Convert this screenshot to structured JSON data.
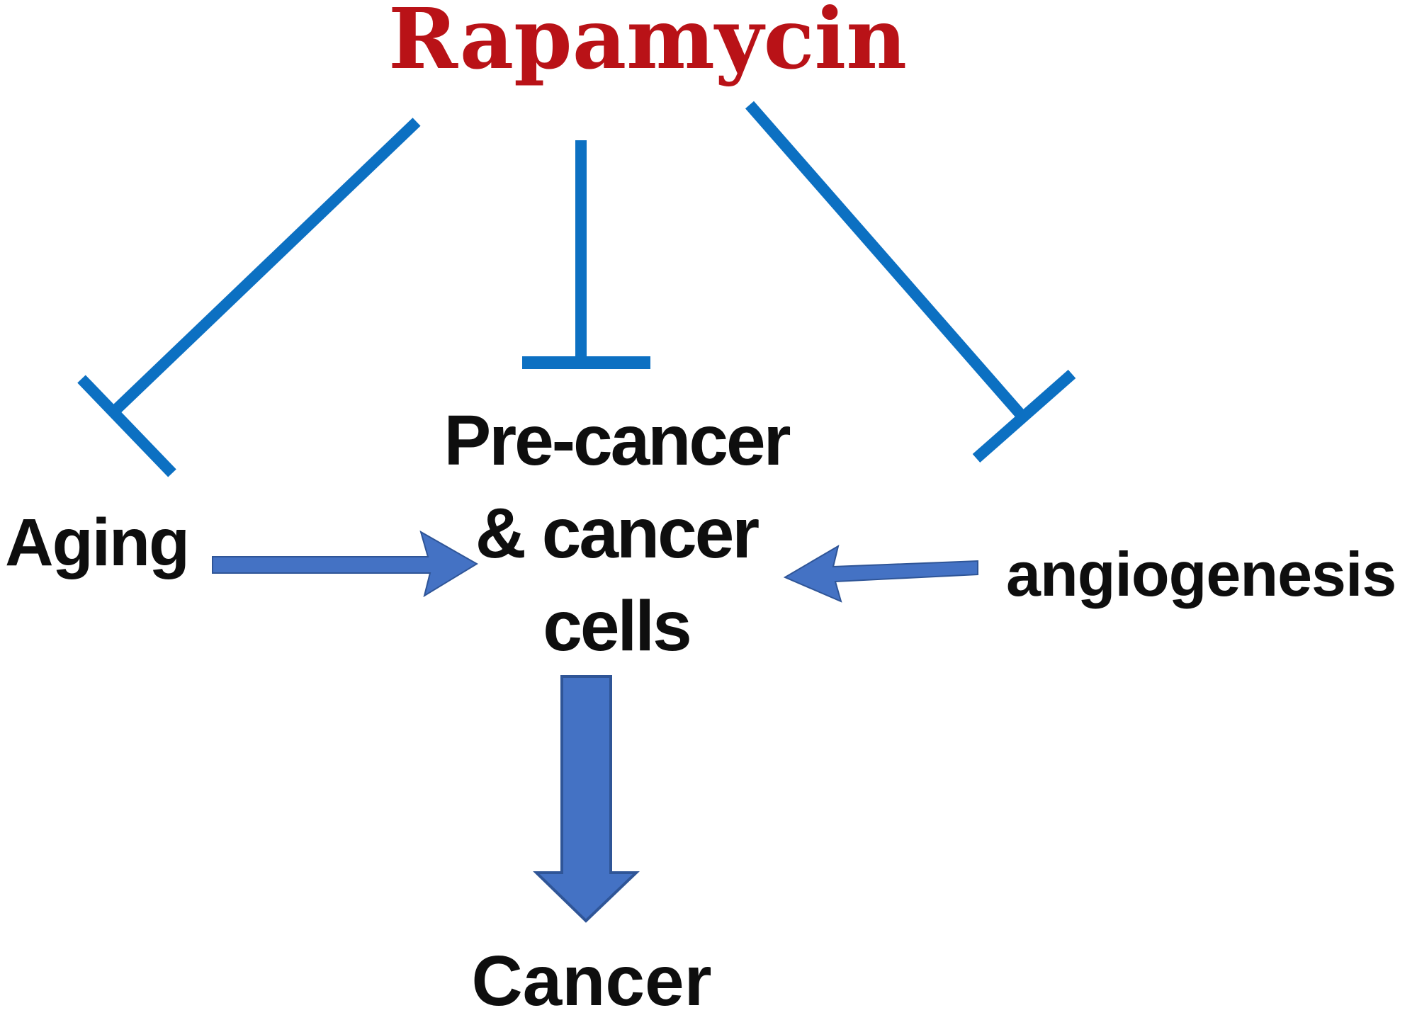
{
  "diagram": {
    "title": "Rapamycin",
    "nodes": {
      "aging": "Aging",
      "precancer": "Pre-cancer\n& cancer\ncells",
      "angiogenesis": "angiogenesis",
      "cancer": "Cancer"
    },
    "edges": [
      {
        "from": "Rapamycin",
        "to": "Aging",
        "type": "inhibits"
      },
      {
        "from": "Rapamycin",
        "to": "Pre-cancer & cancer cells",
        "type": "inhibits"
      },
      {
        "from": "Rapamycin",
        "to": "angiogenesis",
        "type": "inhibits"
      },
      {
        "from": "Aging",
        "to": "Pre-cancer & cancer cells",
        "type": "promotes"
      },
      {
        "from": "angiogenesis",
        "to": "Pre-cancer & cancer cells",
        "type": "promotes"
      },
      {
        "from": "Pre-cancer & cancer cells",
        "to": "Cancer",
        "type": "leads-to"
      }
    ],
    "colors": {
      "title_red": "#B91217",
      "inhibit_blue": "#0C70C2",
      "arrow_blue": "#4472C4",
      "arrow_border": "#2F5597",
      "text_black": "#0E0E0E",
      "background": "#FFFFFF"
    }
  }
}
